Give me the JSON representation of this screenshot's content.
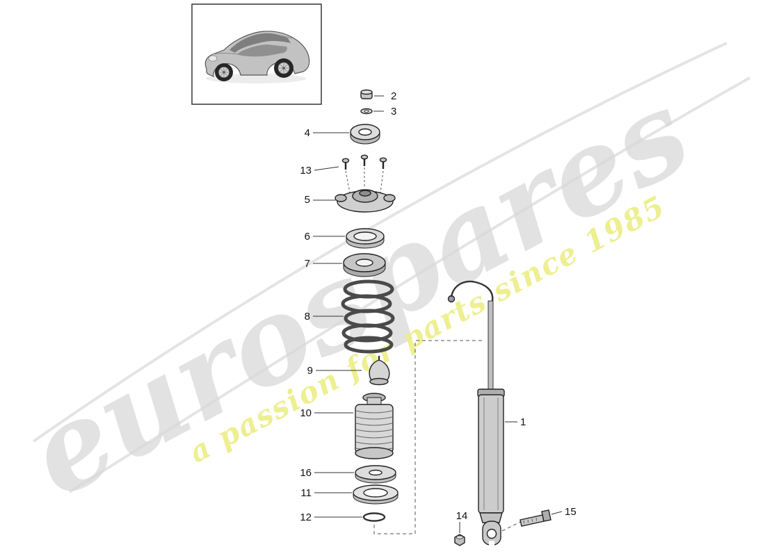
{
  "watermark": {
    "brand": "eurospares",
    "tagline": "a passion for parts since 1985"
  },
  "callouts": {
    "c1": "1",
    "c2": "2",
    "c3": "3",
    "c4": "4",
    "c5": "5",
    "c6": "6",
    "c7": "7",
    "c8": "8",
    "c9": "9",
    "c10": "10",
    "c11": "11",
    "c12": "12",
    "c13": "13",
    "c14": "14",
    "c15": "15",
    "c16": "16"
  },
  "colors": {
    "watermark_gray": "#d9d9d9",
    "watermark_yellow": "#ecee86",
    "swoosh_gray": "#e4e4e4",
    "line_art": "#222222"
  }
}
